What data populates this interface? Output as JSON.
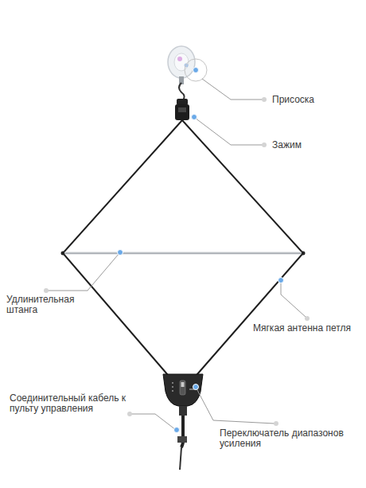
{
  "diagram": {
    "labels": [
      "Присоска",
      "Зажим",
      "Удлинительная штанга",
      "Мягкая антенна петля",
      "Соединительный кабель к пульту управления",
      "Переключатель диапазонов усиления"
    ]
  }
}
